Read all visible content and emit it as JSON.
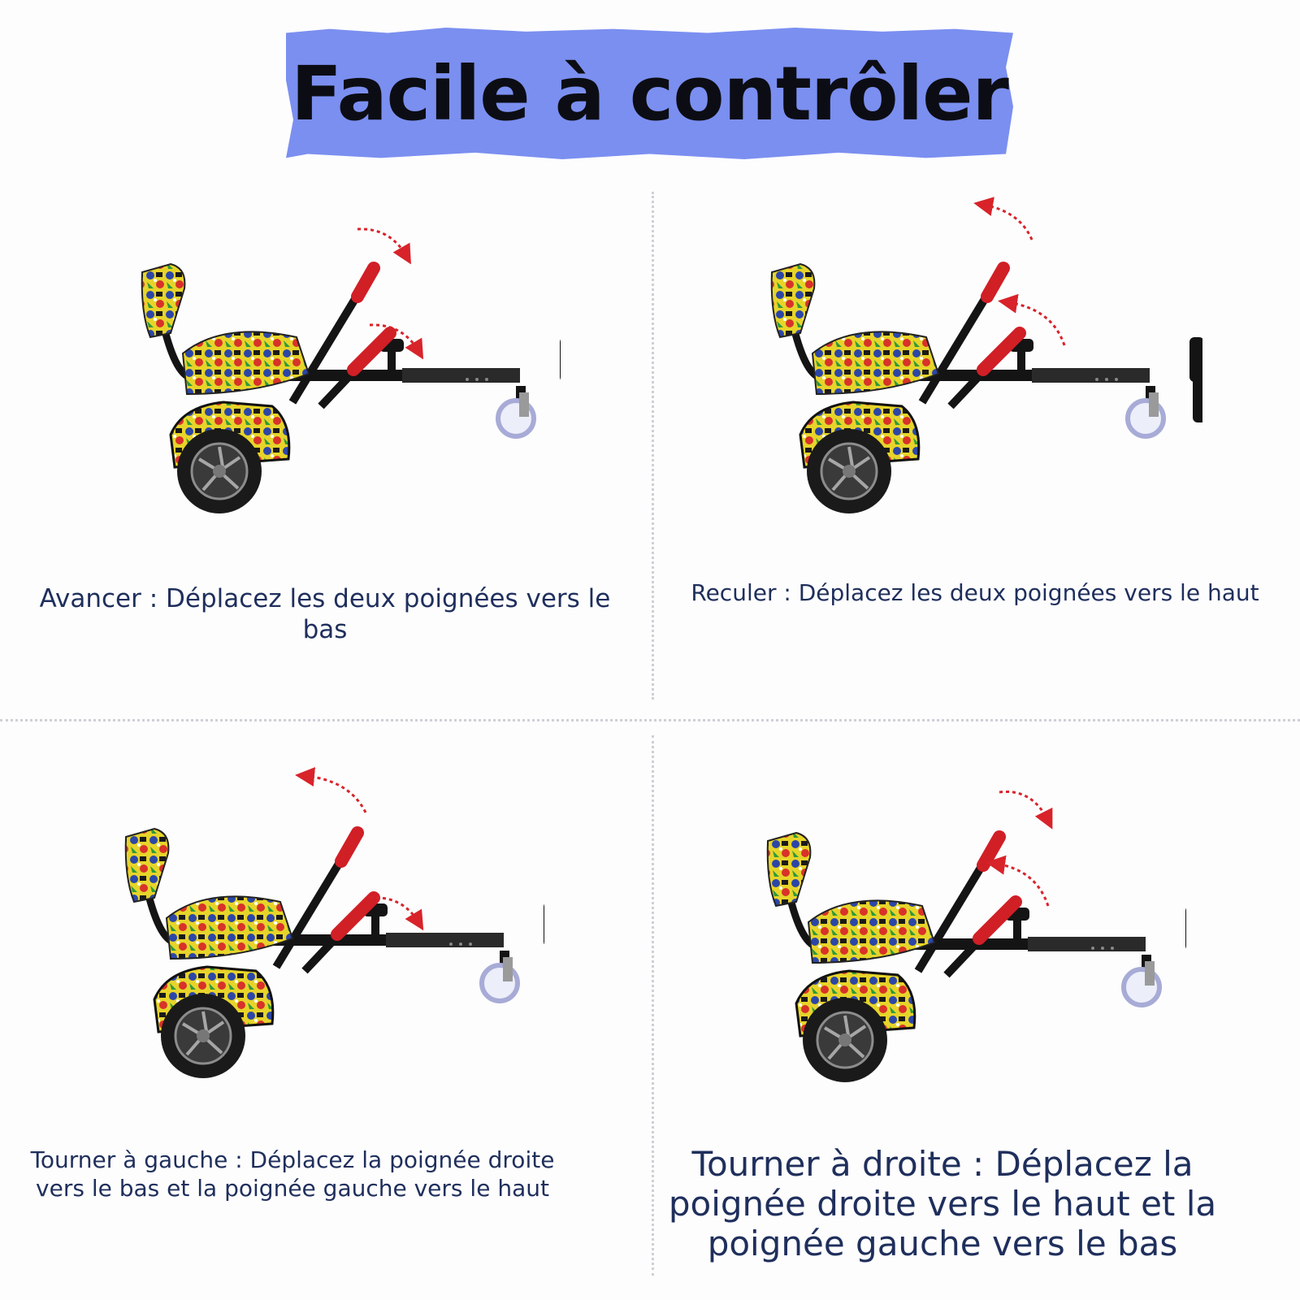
{
  "header": {
    "title": "Facile à contrôler"
  },
  "panels": [
    {
      "caption": "Avancer : Déplacez les deux poignées vers le bas"
    },
    {
      "caption": "Reculer : Déplacez les deux poignées vers le haut"
    },
    {
      "caption": "Tourner à gauche : Déplacez la poignée droite vers le bas et la poignée gauche vers le haut"
    },
    {
      "caption": "Tourner à droite : Déplacez la poignée droite vers le haut et la poignée gauche vers le bas"
    }
  ],
  "colors": {
    "banner": "#7b8ff0",
    "caption_text": "#1f2f5c",
    "arrow": "#d8232a",
    "grip": "#d11f26",
    "frame": "#141414"
  },
  "illustration": "hoverboard-kart-graffiti"
}
